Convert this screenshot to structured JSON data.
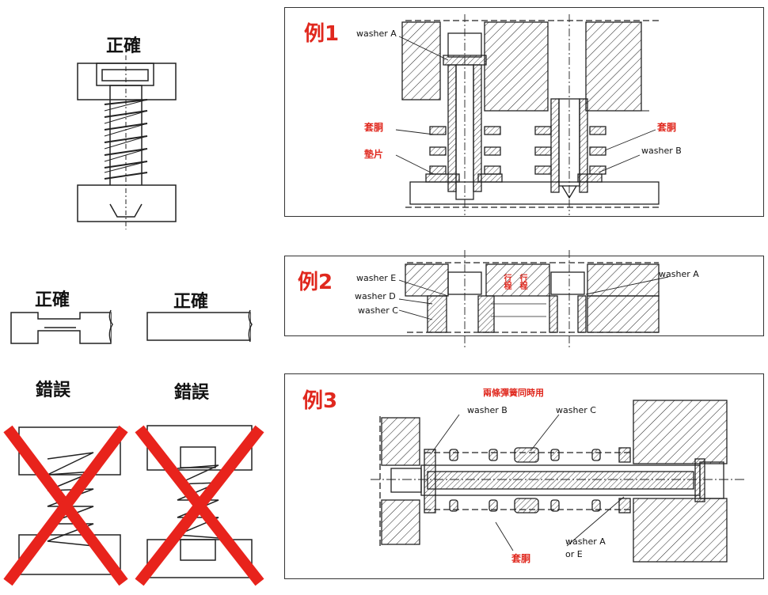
{
  "left": {
    "correct_top": "正確",
    "correct_mid_a": "正確",
    "correct_mid_b": "正確",
    "wrong_a": "錯誤",
    "wrong_b": "錯誤"
  },
  "ex1": {
    "title": "例1",
    "washer_a": "washer A",
    "sleeve_left": "套胴",
    "pad": "墊片",
    "sleeve_right": "套胴",
    "washer_b": "washer B"
  },
  "ex2": {
    "title": "例2",
    "washer_e": "washer E",
    "washer_d": "washer D",
    "washer_c": "washer C",
    "stroke1": "行程",
    "stroke2": "行程",
    "washer_a": "washer A"
  },
  "ex3": {
    "title": "例3",
    "caption": "兩條彈簧同時用",
    "washer_b": "washer B",
    "washer_c": "washer C",
    "sleeve": "套胴",
    "washer_a": "washer A",
    "or_e": "or E"
  },
  "colors": {
    "accent_red": "#e0281e",
    "line": "#222222"
  }
}
